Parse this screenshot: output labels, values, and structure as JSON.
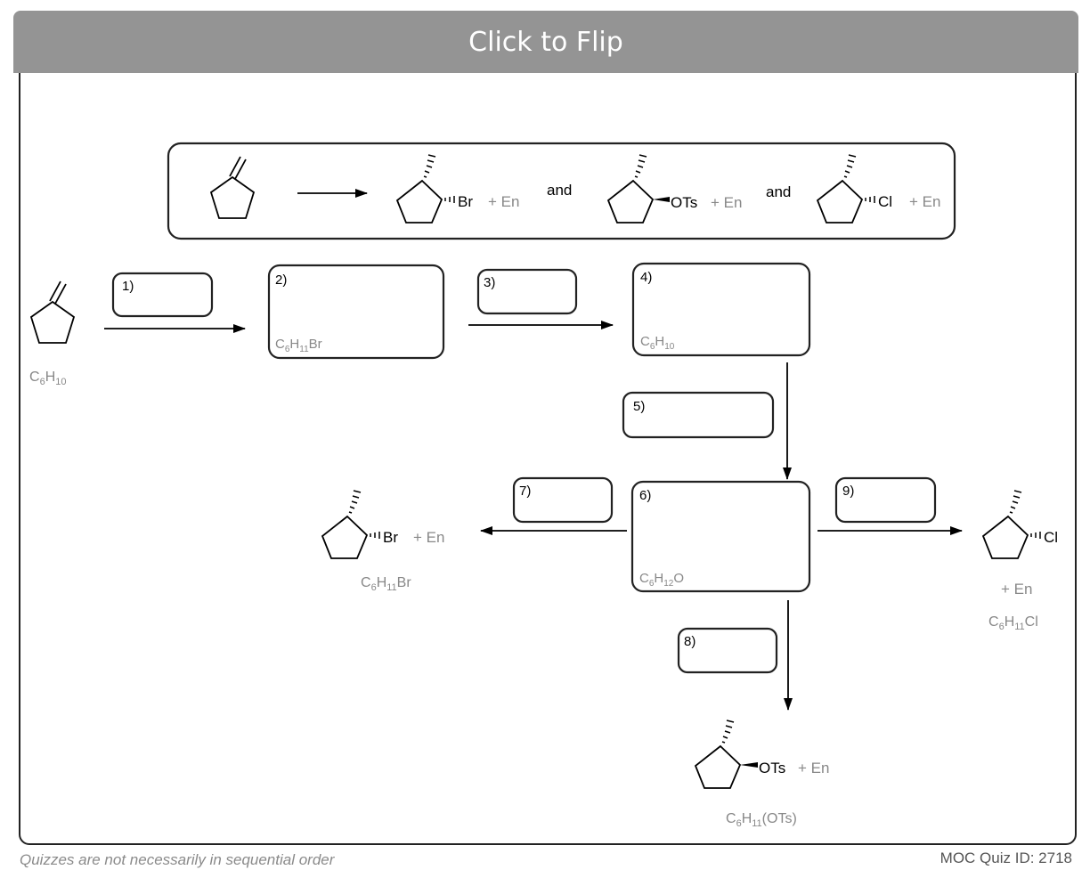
{
  "header": {
    "flip_label": "Click to Flip"
  },
  "summary": {
    "products": [
      {
        "substituent": "Br",
        "byproduct": "+ En"
      },
      {
        "substituent": "OTs",
        "byproduct": "+ En"
      },
      {
        "substituent": "Cl",
        "byproduct": "+ En"
      }
    ],
    "connectors": [
      "and",
      "and"
    ]
  },
  "start": {
    "formula_main": "C",
    "formula_sub1": "6",
    "formula_h": "H",
    "formula_sub2": "10"
  },
  "steps": [
    {
      "number": "1)"
    },
    {
      "number": "2)",
      "formula": [
        "C",
        "6",
        "H",
        "11",
        "Br"
      ]
    },
    {
      "number": "3)"
    },
    {
      "number": "4)",
      "formula": [
        "C",
        "6",
        "H",
        "10",
        ""
      ]
    },
    {
      "number": "5)"
    },
    {
      "number": "6)",
      "formula": [
        "C",
        "6",
        "H",
        "12",
        "O"
      ]
    },
    {
      "number": "7)"
    },
    {
      "number": "8)"
    },
    {
      "number": "9)"
    }
  ],
  "products": {
    "left": {
      "substituent": "Br",
      "byproduct": "+ En",
      "formula": [
        "C",
        "6",
        "H",
        "11",
        "Br"
      ]
    },
    "right": {
      "substituent": "Cl",
      "byproduct": "+ En",
      "formula": [
        "C",
        "6",
        "H",
        "11",
        "Cl"
      ]
    },
    "bottom": {
      "substituent": "OTs",
      "byproduct": "+ En",
      "formula": [
        "C",
        "6",
        "H",
        "11",
        "(OTs)"
      ]
    }
  },
  "footer": {
    "note": "Quizzes are not necessarily in sequential order",
    "quiz_id": "MOC Quiz ID: 2718"
  }
}
